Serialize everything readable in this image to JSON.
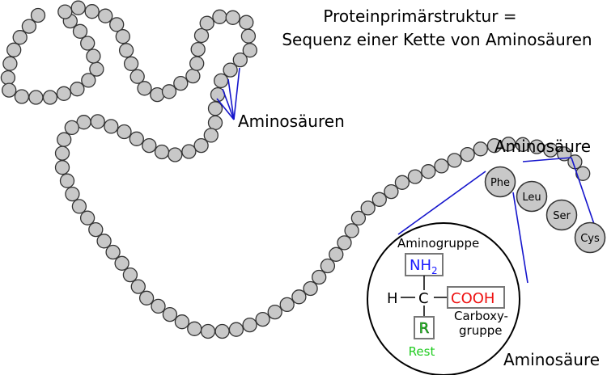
{
  "title": {
    "line1": "Proteinprimärstruktur =",
    "line2": "Sequenz einer Kette von Aminosäuren"
  },
  "labels": {
    "amino_acids": "Aminosäuren",
    "amino_acid_top": "Aminosäure",
    "amino_acid_bottom": "Aminosäure"
  },
  "residues": [
    "Phe",
    "Leu",
    "Ser",
    "Cys"
  ],
  "structure": {
    "amino_group_label": "Aminogruppe",
    "amino_group_formula": "NH",
    "amino_group_subscript": "2",
    "hydrogen": "H",
    "carbon": "C",
    "carboxyl_formula": "COOH",
    "carboxyl_label_line1": "Carboxy-",
    "carboxyl_label_line2": "gruppe",
    "residue_symbol": "R",
    "residue_label": "Rest"
  },
  "colors": {
    "bead_fill": "#c8c8c8",
    "bead_stroke": "#333333",
    "connector": "#1515cc",
    "amino_group": "#1a1aff",
    "carboxyl": "#ee1111",
    "residue": "#22cc22",
    "box_stroke": "#777777"
  }
}
